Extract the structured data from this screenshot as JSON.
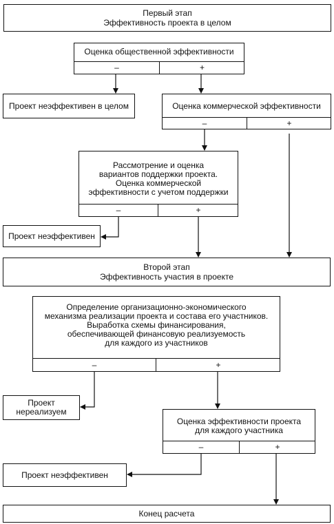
{
  "stage1": {
    "line1": "Первый этап",
    "line2": "Эффективность проекта в целом"
  },
  "social": {
    "title": "Оценка общественной эффективности",
    "minus": "–",
    "plus": "+"
  },
  "ineffective_whole": "Проект неэффективен в целом",
  "commercial": {
    "title": "Оценка коммерческой эффективности",
    "minus": "–",
    "plus": "+"
  },
  "support": {
    "text": "Рассмотрение и оценка\nвариантов поддержки проекта.\nОценка коммерческой\nэффективности с учетом поддержки",
    "minus": "–",
    "plus": "+"
  },
  "ineffective1": "Проект неэффективен",
  "stage2": {
    "line1": "Второй этап",
    "line2": "Эффективность участия в проекте"
  },
  "mechanism": {
    "text": "Определение организационно-экономического\nмеханизма реализации проекта и состава его участников.\nВыработка схемы финансирования,\nобеспечивающей финансовую реализуемость\nдля каждого из участников",
    "minus": "–",
    "plus": "+"
  },
  "unrealizable": "Проект\nнереализуем",
  "participant_eval": {
    "text": "Оценка эффективности проекта\nдля каждого участника",
    "minus": "–",
    "plus": "+"
  },
  "ineffective2": "Проект неэффективен",
  "end": "Конец расчета"
}
